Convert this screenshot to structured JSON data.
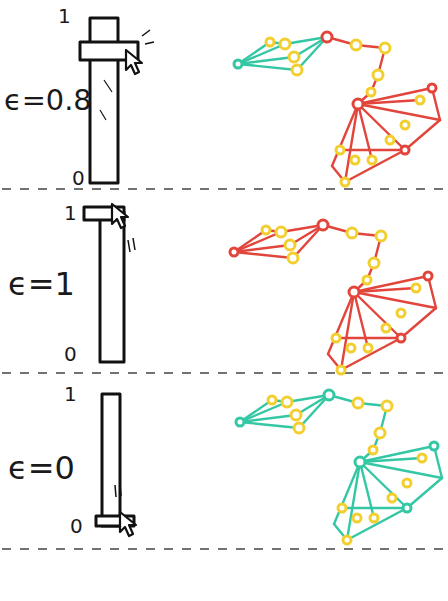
{
  "diagram": {
    "labels": [
      "1",
      "ϵ=0.8",
      "0",
      "1",
      "ϵ=1",
      "0",
      "1",
      "ϵ=0",
      "0"
    ]
  }
}
